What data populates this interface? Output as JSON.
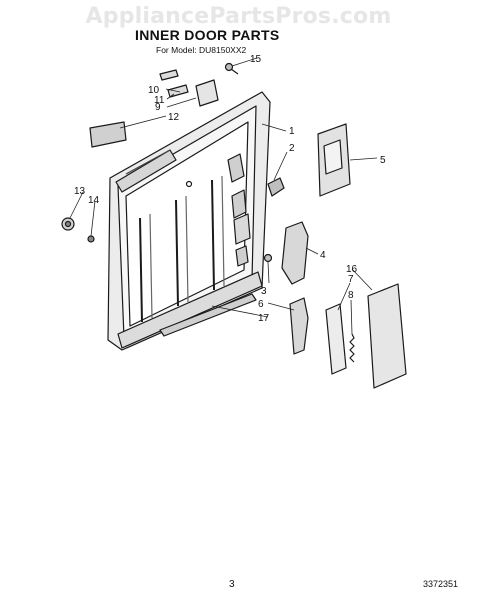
{
  "watermark": "AppliancePartsPros.com",
  "title": "INNER DOOR PARTS",
  "model_line": "For Model: DU8150XX2",
  "page_number": "3",
  "document_number": "3372351",
  "callouts": [
    "1",
    "2",
    "3",
    "4",
    "5",
    "6",
    "7",
    "8",
    "9",
    "10",
    "11",
    "12",
    "13",
    "14",
    "15",
    "16",
    "17"
  ]
}
